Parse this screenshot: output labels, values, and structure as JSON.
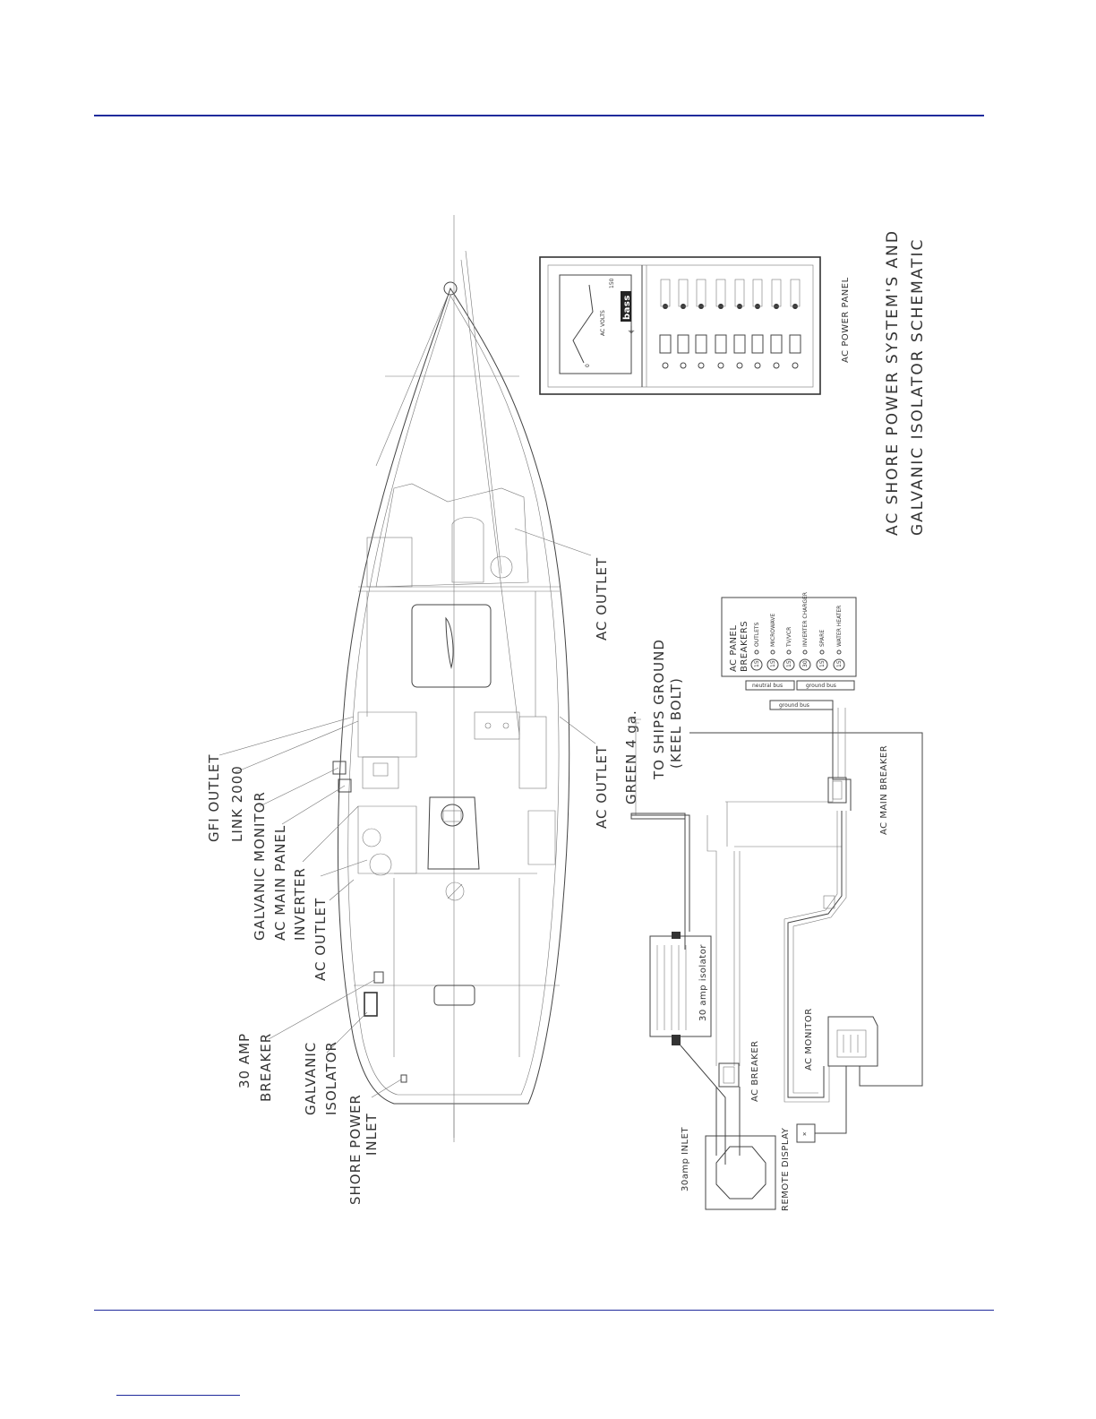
{
  "drawing": {
    "title_line1": "AC SHORE POWER SYSTEM'S AND",
    "title_line2": "GALVANIC ISOLATOR SCHEMATIC",
    "boat_callouts": {
      "gfi_outlet": "GFI OUTLET",
      "link_2000": "LINK 2000",
      "galvanic_monitor": "GALVANIC MONITOR",
      "ac_main_panel": "AC MAIN PANEL",
      "inverter": "INVERTER",
      "ac_outlet_left": "AC OUTLET",
      "amp_breaker_line1": "30 AMP",
      "amp_breaker_line2": "BREAKER",
      "galvanic_isolator_line1": "GALVANIC",
      "galvanic_isolator_line2": "ISOLATOR",
      "shore_power_line1": "SHORE POWER",
      "shore_power_line2": "INLET",
      "ac_outlet_right_mid": "AC OUTLET",
      "ac_outlet_right_top": "AC OUTLET"
    },
    "power_panel": {
      "caption": "AC POWER PANEL",
      "brand": "bass",
      "meter_label": "AC VOLTS",
      "meter_max": "150",
      "meter_min": "0"
    },
    "schematic": {
      "green_wire": "GREEN 4 ga.",
      "ground_line1": "TO SHIPS GROUND",
      "ground_line2": "(KEEL BOLT)",
      "panel_breakers_title_line1": "AC PANEL",
      "panel_breakers_title_line2": "BREAKERS",
      "breakers": [
        {
          "amps": "15",
          "label": "OUTLETS"
        },
        {
          "amps": "15",
          "label": "MICROWAVE"
        },
        {
          "amps": "15",
          "label": "TV/VCR"
        },
        {
          "amps": "30",
          "label": "INVERTER CHARGER"
        },
        {
          "amps": "15",
          "label": "SPARE"
        },
        {
          "amps": "15",
          "label": "WATER HEATER"
        }
      ],
      "bus_neutral": "neutral bus",
      "bus_ground": "ground bus",
      "isolator": "30 amp isolator",
      "ac_breaker": "AC BREAKER",
      "ac_main_breaker": "AC MAIN BREAKER",
      "ac_monitor": "AC MONITOR",
      "remote_display": "REMOTE DISPLAY",
      "inlet": "30amp INLET"
    }
  }
}
